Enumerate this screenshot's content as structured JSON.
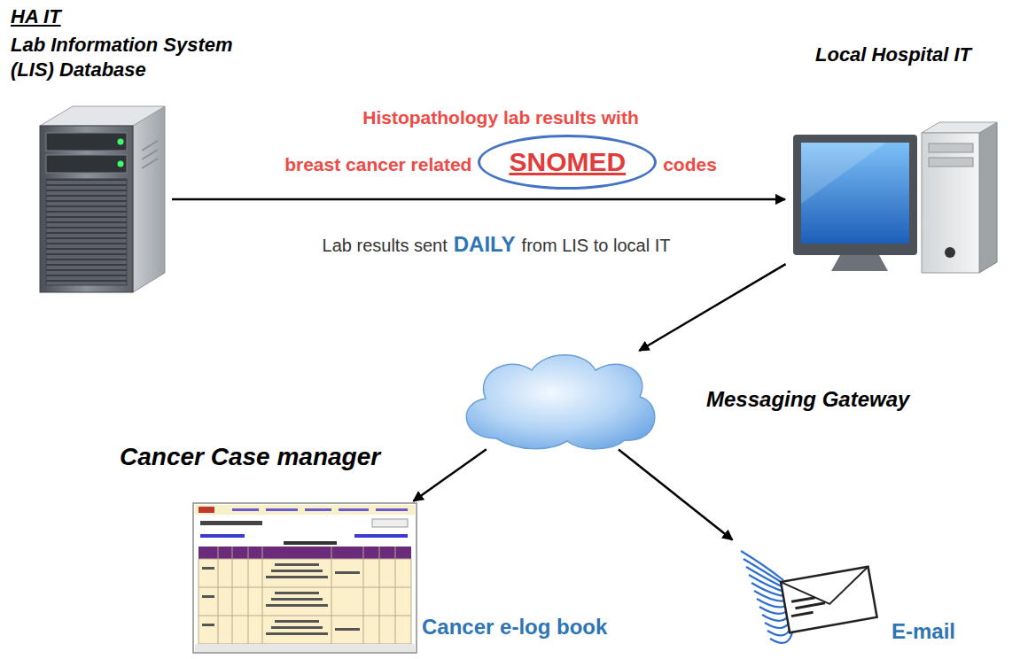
{
  "diagram": {
    "nodes": [
      {
        "text": [
          "HA IT",
          "Lab Information System (LIS) Database"
        ]
      },
      {
        "text": [
          "Local Hospital IT"
        ]
      },
      {
        "text": [
          "Messaging Gateway"
        ]
      },
      {
        "text": [
          "Cancer Case manager",
          "Cancer e-log book"
        ]
      },
      {
        "text": [
          "E-mail"
        ]
      }
    ],
    "edges": [
      {
        "from": 0,
        "to": 1,
        "arrow": "to"
      },
      {
        "from": 1,
        "to": 2,
        "arrow": "to"
      },
      {
        "from": 2,
        "to": 3,
        "arrow": "to"
      },
      {
        "from": 2,
        "to": 4,
        "arrow": "to"
      }
    ],
    "labels": [
      "Histopathology lab results with",
      "breast cancer related",
      "SNOMED",
      "codes",
      "Lab results sent",
      "DAILY",
      "from LIS to local IT"
    ]
  }
}
